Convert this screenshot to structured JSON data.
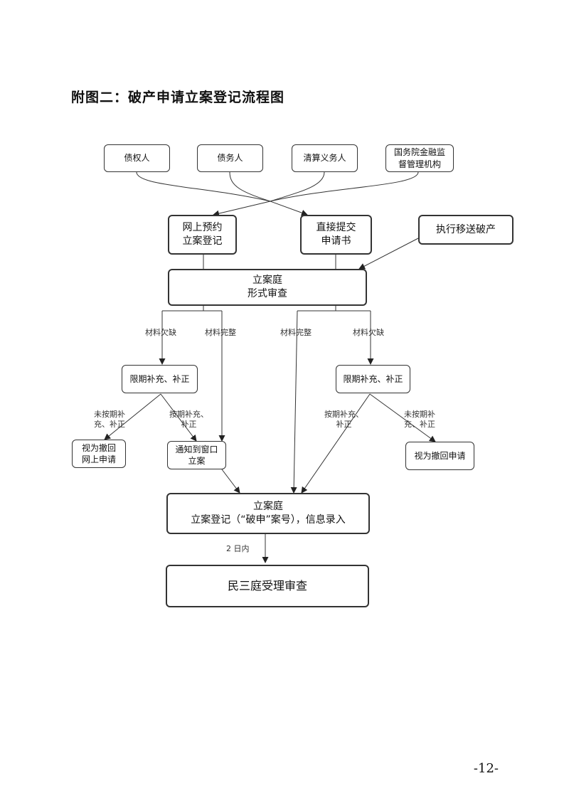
{
  "title": "附图二：破产申请立案登记流程图",
  "applicants": [
    {
      "label": "债权人"
    },
    {
      "label": "债务人"
    },
    {
      "label": "清算义务人"
    },
    {
      "label": "国务院金融监",
      "label2": "督管理机构"
    }
  ],
  "online": {
    "line1": "网上预约",
    "line2": "立案登记"
  },
  "direct": {
    "line1": "直接提交",
    "line2": "申请书"
  },
  "transfer": {
    "label": "执行移送破产"
  },
  "review": {
    "line1": "立案庭",
    "line2": "形式审查"
  },
  "labels": {
    "missing_left": "材料欠缺",
    "complete_left": "材料完整",
    "complete_right": "材料完整",
    "missing_right": "材料欠缺",
    "overdue_left_1": "未按期补",
    "overdue_left_2": "充、补正",
    "ontime_left_1": "按期补充、",
    "ontime_left_2": "补正",
    "ontime_right_1": "按期补充、",
    "ontime_right_2": "补正",
    "overdue_right_1": "未按期补",
    "overdue_right_2": "充、补正",
    "two_days": "2 日内"
  },
  "supplement_left": {
    "label": "限期补充、补正"
  },
  "supplement_right": {
    "label": "限期补充、补正"
  },
  "withdraw_online": {
    "line1": "视为撤回",
    "line2": "网上申请"
  },
  "notify": {
    "line1": "通知到窗口",
    "line2": "立案"
  },
  "withdraw_right": {
    "label": "视为撤回申请"
  },
  "register": {
    "line1": "立案庭",
    "line2": "立案登记（“破申”案号），信息录入"
  },
  "final": {
    "label": "民三庭受理审查"
  },
  "page_number": "-12-"
}
